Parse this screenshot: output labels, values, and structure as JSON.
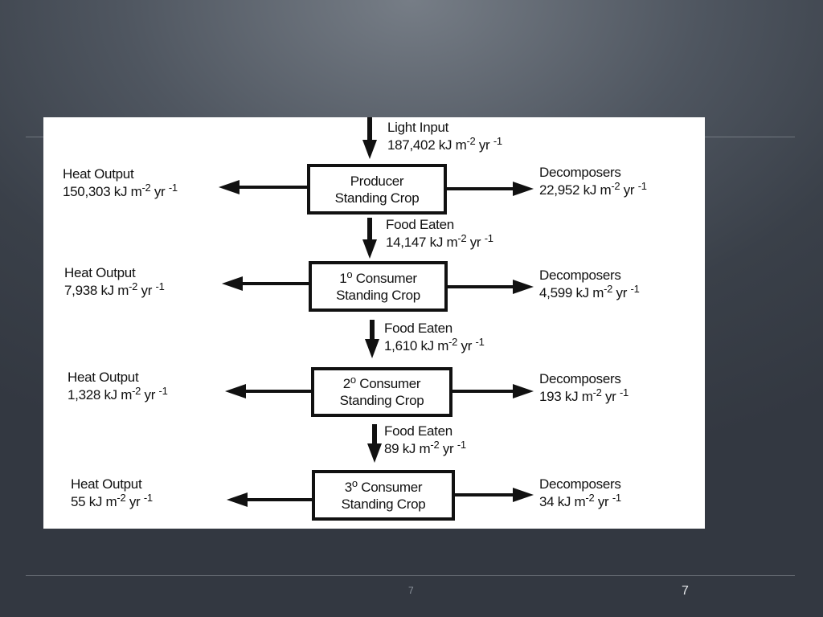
{
  "unit": "kJ m",
  "unit_exp": "-2",
  "unit_yr": "yr",
  "yr_exp": "-1",
  "light_input": {
    "label": "Light Input",
    "value": "187,402"
  },
  "levels": [
    {
      "line1": "Producer",
      "line2": "Standing Crop",
      "ord": "",
      "heat_label": "Heat Output",
      "heat_value": "150,303",
      "decomp_label": "Decomposers",
      "decomp_value": "22,952",
      "food_label": "Food Eaten",
      "food_value": "14,147"
    },
    {
      "line1": "Consumer",
      "line2": "Standing Crop",
      "ord": "1",
      "ord_sup": "o",
      "heat_label": "Heat Output",
      "heat_value": "7,938",
      "decomp_label": "Decomposers",
      "decomp_value": "4,599",
      "food_label": "Food Eaten",
      "food_value": "1,610"
    },
    {
      "line1": "Consumer",
      "line2": "Standing Crop",
      "ord": "2",
      "ord_sup": "o",
      "heat_label": "Heat Output",
      "heat_value": "1,328",
      "decomp_label": "Decomposers",
      "decomp_value": "193",
      "food_label": "Food Eaten",
      "food_value": "89"
    },
    {
      "line1": "Consumer",
      "line2": "Standing Crop",
      "ord": "3",
      "ord_sup": "o",
      "heat_label": "Heat Output",
      "heat_value": "55",
      "decomp_label": "Decomposers",
      "decomp_value": "34"
    }
  ],
  "footer": {
    "center_page": "7",
    "right_page": "7"
  }
}
